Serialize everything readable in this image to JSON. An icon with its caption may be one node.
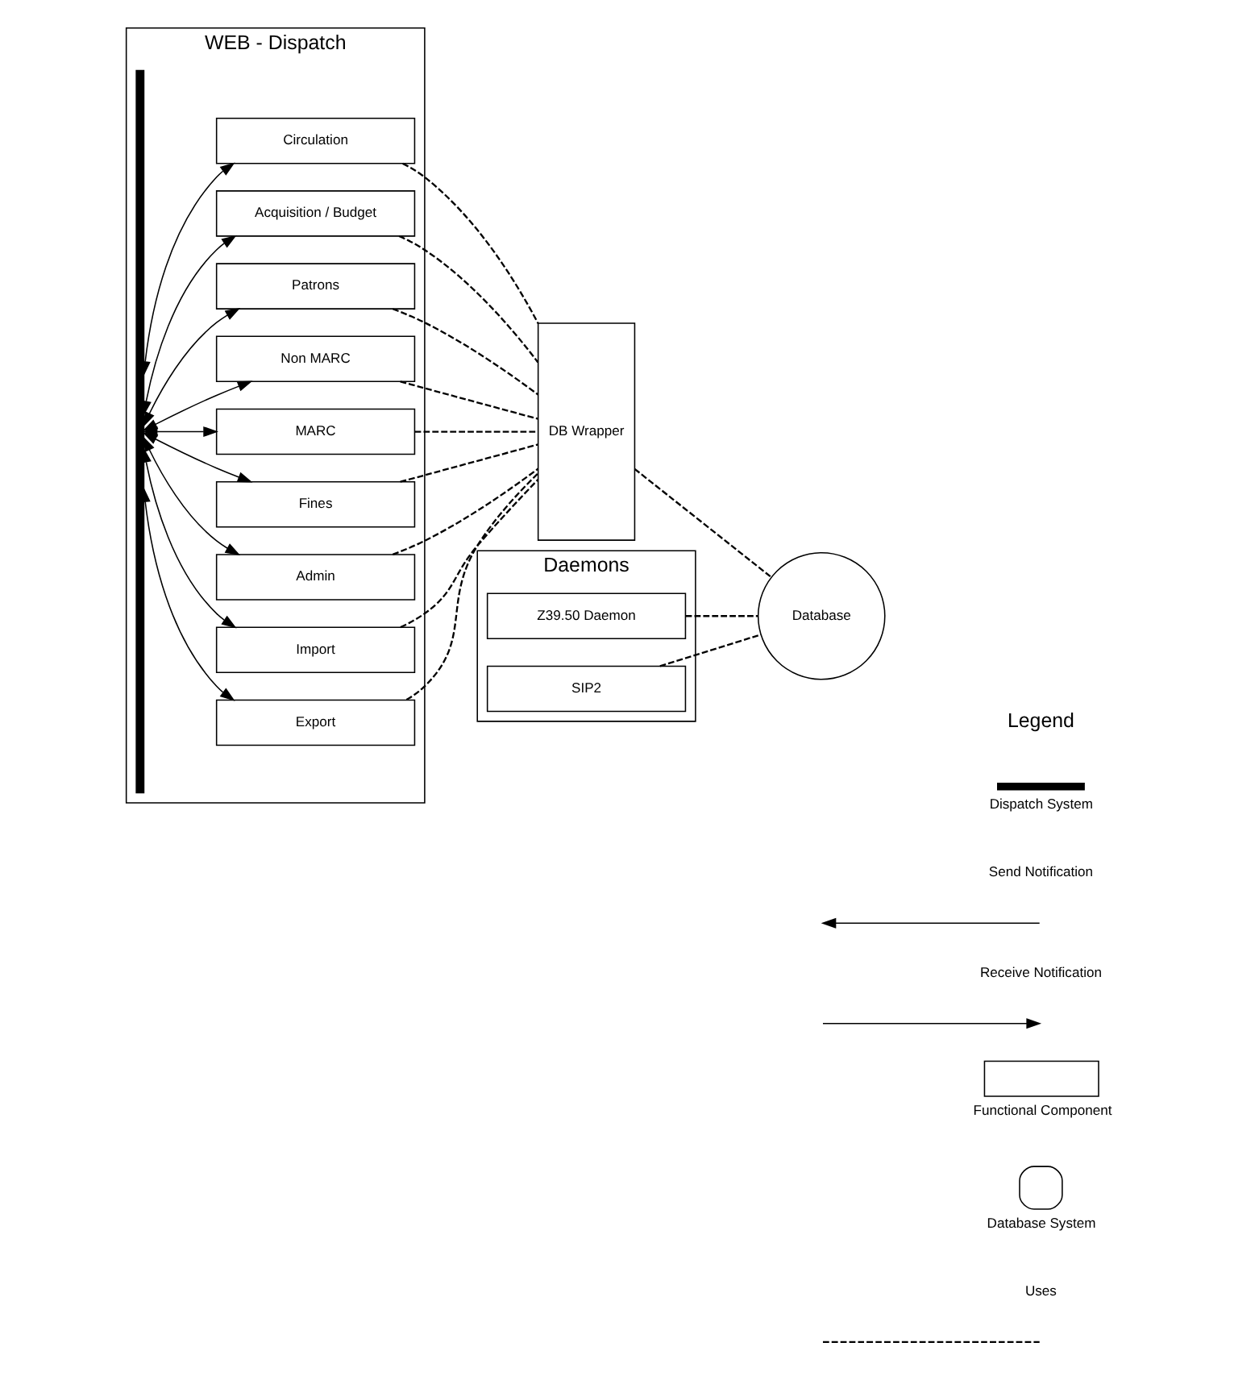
{
  "diagram": {
    "nodes": [
      {
        "text": [
          "WEB - Dispatch"
        ]
      },
      {
        "text": [],
        "shape": "bar",
        "in": 0
      },
      {
        "text": [
          "Circulation"
        ],
        "in": 0
      },
      {
        "text": [
          "Acquisition / Budget"
        ],
        "in": 0
      },
      {
        "text": [
          "Patrons"
        ],
        "in": 0
      },
      {
        "text": [
          "Non MARC"
        ],
        "in": 0
      },
      {
        "text": [
          "MARC"
        ],
        "in": 0
      },
      {
        "text": [
          "Fines"
        ],
        "in": 0
      },
      {
        "text": [
          "Admin"
        ],
        "in": 0
      },
      {
        "text": [
          "Import"
        ],
        "in": 0
      },
      {
        "text": [
          "Export"
        ],
        "in": 0
      },
      {
        "text": [
          "DB Wrapper"
        ]
      },
      {
        "text": [
          "Database"
        ]
      },
      {
        "text": [
          "Daemons"
        ]
      },
      {
        "text": [
          "Z39.50 Daemon"
        ],
        "in": 13
      },
      {
        "text": [
          "SIP2"
        ],
        "in": 13
      }
    ],
    "edges": [
      {
        "from": 1,
        "to": 2,
        "arrow": "both"
      },
      {
        "from": 1,
        "to": 3,
        "arrow": "both"
      },
      {
        "from": 1,
        "to": 4,
        "arrow": "both"
      },
      {
        "from": 1,
        "to": 5,
        "arrow": "both"
      },
      {
        "from": 1,
        "to": 6,
        "arrow": "both"
      },
      {
        "from": 1,
        "to": 7,
        "arrow": "both"
      },
      {
        "from": 1,
        "to": 8,
        "arrow": "both"
      },
      {
        "from": 1,
        "to": 9,
        "arrow": "both"
      },
      {
        "from": 1,
        "to": 10,
        "arrow": "both"
      },
      {
        "from": 2,
        "to": 11,
        "arrow": "none",
        "style": "dashed"
      },
      {
        "from": 3,
        "to": 11,
        "arrow": "none",
        "style": "dashed"
      },
      {
        "from": 4,
        "to": 11,
        "arrow": "none",
        "style": "dashed"
      },
      {
        "from": 5,
        "to": 11,
        "arrow": "none",
        "style": "dashed"
      },
      {
        "from": 6,
        "to": 11,
        "arrow": "none",
        "style": "dashed"
      },
      {
        "from": 7,
        "to": 11,
        "arrow": "none",
        "style": "dashed"
      },
      {
        "from": 8,
        "to": 11,
        "arrow": "none",
        "style": "dashed"
      },
      {
        "from": 9,
        "to": 11,
        "arrow": "none",
        "style": "dashed"
      },
      {
        "from": 10,
        "to": 11,
        "arrow": "none",
        "style": "dashed"
      },
      {
        "from": 11,
        "to": 12,
        "arrow": "none",
        "style": "dashed"
      },
      {
        "from": 14,
        "to": 12,
        "arrow": "none",
        "style": "dashed"
      },
      {
        "from": 15,
        "to": 12,
        "arrow": "none",
        "style": "dashed"
      }
    ],
    "labels": [
      "Legend"
    ],
    "legend": [
      {
        "text": "Dispatch System"
      },
      {
        "text": "Send Notification"
      },
      {
        "text": "Receive Notification"
      },
      {
        "text": "Functional Component"
      },
      {
        "text": "Database System"
      },
      {
        "text": "Uses"
      }
    ]
  }
}
